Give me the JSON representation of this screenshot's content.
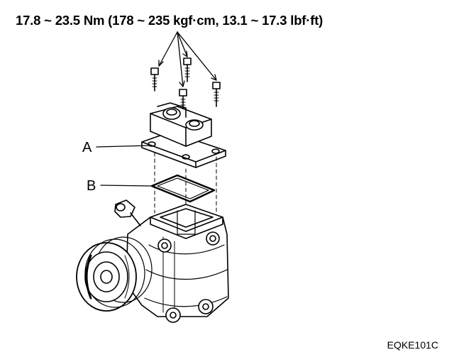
{
  "spec": {
    "torque": "17.8 ~ 23.5 Nm (178 ~ 235 kgf·cm, 13.1 ~ 17.3 lbf·ft)"
  },
  "callouts": {
    "a": "A",
    "b": "B"
  },
  "figure_code": "EQKE101C",
  "icons": [
    "bolt-icon",
    "cover-plate",
    "gasket",
    "compressor",
    "pulley"
  ]
}
